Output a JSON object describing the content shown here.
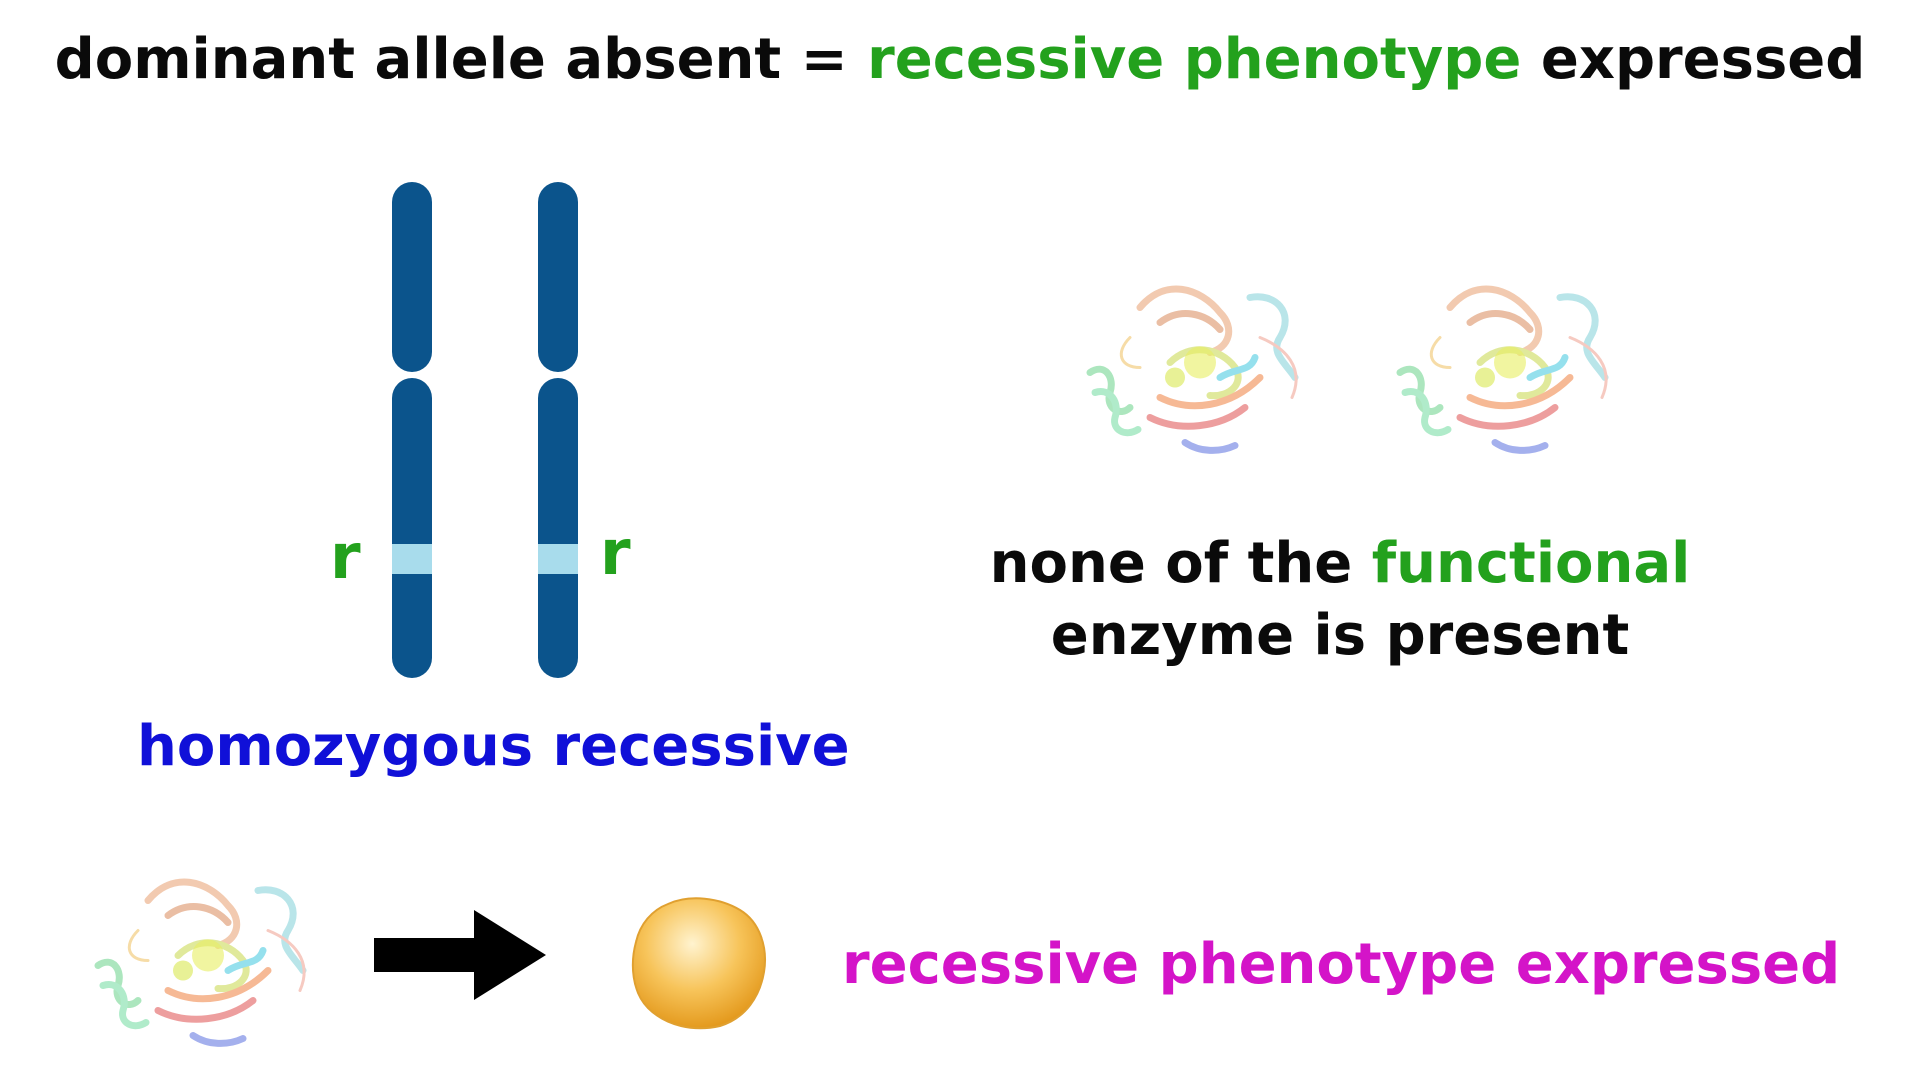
{
  "title": {
    "part1": "dominant allele absent = ",
    "part2": "recessive phenotype",
    "part3": " expressed"
  },
  "chromosomes": {
    "left_allele": "r",
    "right_allele": "r",
    "label": "homozygous recessive"
  },
  "enzyme_status": {
    "line1_part1": "none of the ",
    "line1_part2": "functional",
    "line2": "enzyme is present"
  },
  "result": {
    "label": "recessive phenotype expressed"
  },
  "icons": {
    "protein": "protein-structure-icon",
    "arrow": "right-arrow-icon",
    "phenotype": "yellow-blob-icon"
  },
  "colors": {
    "green": "#23a11d",
    "black": "#0a0a0a",
    "blue": "#1010d8",
    "magenta": "#d414c8",
    "chromosome": "#0b548c",
    "band": "#a8dcec"
  }
}
